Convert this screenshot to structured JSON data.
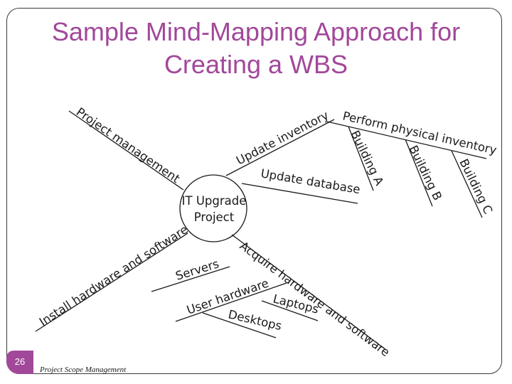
{
  "slide": {
    "title_line1": "Sample Mind-Mapping Approach for",
    "title_line2": "Creating a WBS",
    "number": "26",
    "footer": "Project Scope Management",
    "accent_color": "#a2489a"
  },
  "mindmap": {
    "center_line1": "IT Upgrade",
    "center_line2": "Project",
    "branches": {
      "project_management": "Project management",
      "update_inventory": "Update inventory",
      "perform_physical_inventory": "Perform physical inventory",
      "building_a": "Building A",
      "building_b": "Building B",
      "building_c": "Building C",
      "update_database": "Update database",
      "install_hardware_software": "Install hardware and software",
      "servers": "Servers",
      "user_hardware": "User hardware",
      "laptops": "Laptops",
      "desktops": "Desktops",
      "acquire_hardware_software": "Acquire hardware and software"
    }
  }
}
